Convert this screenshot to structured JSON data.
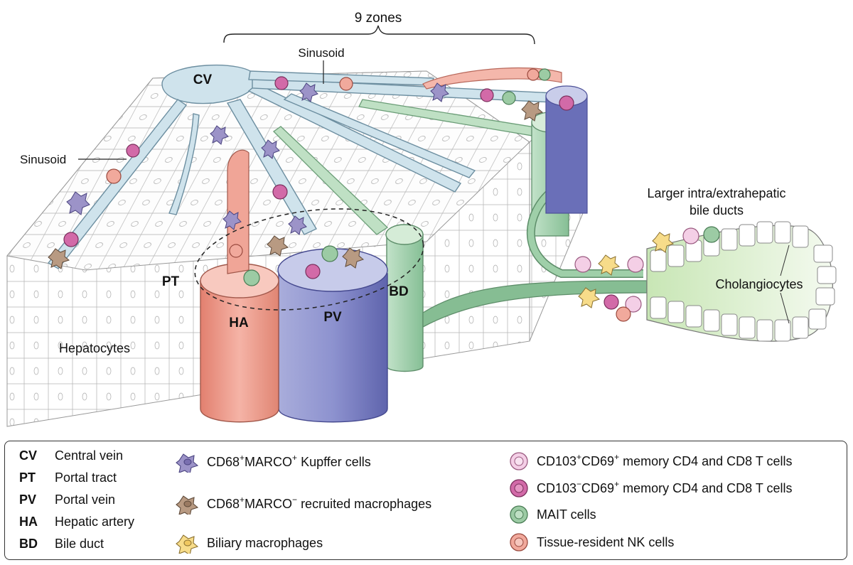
{
  "figure": {
    "title": "9 zones",
    "labels": {
      "sinusoid_top": "Sinusoid",
      "sinusoid_left": "Sinusoid",
      "cv": "CV",
      "pt": "PT",
      "ha": "HA",
      "pv": "PV",
      "bd": "BD",
      "hepatocytes": "Hepatocytes",
      "bile_ducts_line1": "Larger intra/extrahepatic",
      "bile_ducts_line2": "bile ducts",
      "cholangiocytes": "Cholangiocytes"
    }
  },
  "legend": {
    "abbreviations": [
      {
        "code": "CV",
        "name": "Central vein"
      },
      {
        "code": "PT",
        "name": "Portal tract"
      },
      {
        "code": "PV",
        "name": "Portal vein"
      },
      {
        "code": "HA",
        "name": "Hepatic artery"
      },
      {
        "code": "BD",
        "name": "Bile duct"
      }
    ],
    "kupffer": {
      "a": "CD68",
      "a_sup": "+",
      "b": "MARCO",
      "b_sup": "+",
      "rest": " Kupffer cells"
    },
    "recruited": {
      "a": "CD68",
      "a_sup": "+",
      "b": "MARCO",
      "b_sup": "−",
      "rest": " recruited macrophages"
    },
    "biliary": {
      "text": "Biliary macrophages"
    },
    "cd103pos": {
      "a": "CD103",
      "a_sup": "+",
      "b": "CD69",
      "b_sup": "+",
      "rest": " memory CD4 and CD8 T cells"
    },
    "cd103neg": {
      "a": "CD103",
      "a_sup": "−",
      "b": "CD69",
      "b_sup": "+",
      "rest": " memory CD4 and CD8 T cells"
    },
    "mait": {
      "text": "MAIT cells"
    },
    "nk": {
      "text": "Tissue-resident NK cells"
    }
  },
  "colors": {
    "central_vein": "#cfe3ec",
    "hepatic_artery": "#ec9a8e",
    "portal_vein": "#7b80c4",
    "bile_duct": "#a9d4b4",
    "kupffer": "#9c93c8",
    "recruited_macrophage": "#b89a82",
    "biliary_macrophage": "#f7dc8a",
    "cd103_pos_t": "#f4cfe6",
    "cd103_neg_t": "#d26aa8",
    "mait": "#9ccba4",
    "nk": "#f1a99c"
  }
}
